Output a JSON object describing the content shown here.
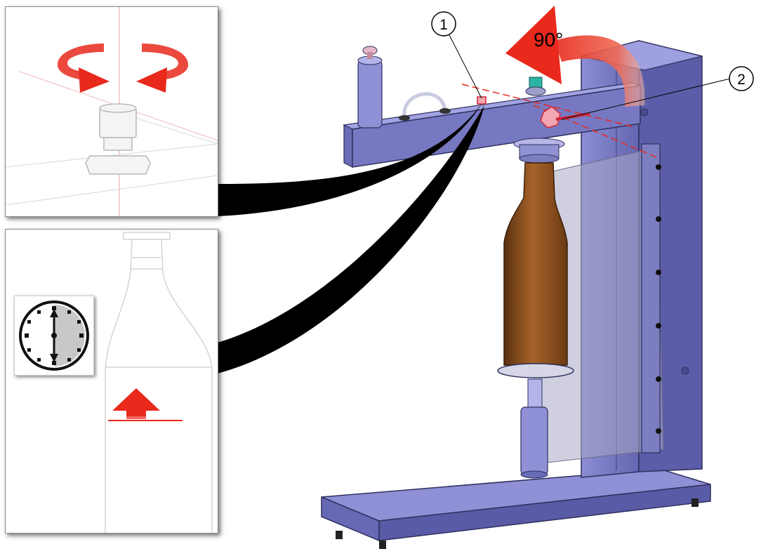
{
  "figure": {
    "rotation_label": "90°",
    "callouts": [
      {
        "number": "1"
      },
      {
        "number": "2"
      }
    ]
  },
  "colors": {
    "frame": "#7b7cc7",
    "frame_dark": "#4b4c92",
    "bottle": "#8a4f1f",
    "arrow_red": "#e8291c",
    "shield": "#a8a8c4"
  },
  "icons": {
    "rotate_in": "rotate-inward-arrows-icon",
    "clock": "clock-icon",
    "up_arrow": "up-arrow-icon",
    "rotate_90": "rotate-90-arrow-icon"
  }
}
